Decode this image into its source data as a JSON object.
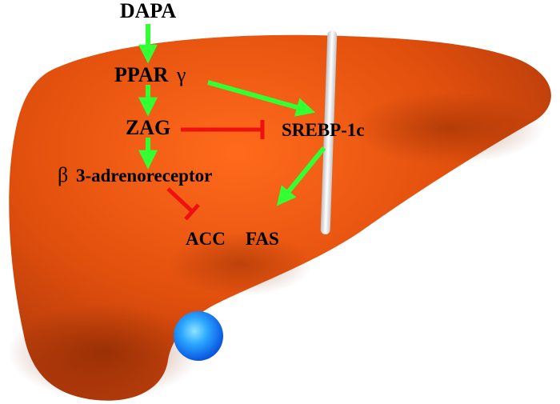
{
  "diagram": {
    "nodes": {
      "dapa": "DAPA",
      "ppar": "PPAR",
      "ppar_symbol": "γ",
      "zag": "ZAG",
      "beta_symbol": "β",
      "beta_label": "3-adrenoreceptor",
      "srebp": "SREBP-1c",
      "acc": "ACC",
      "fas": "FAS"
    },
    "edges": [
      {
        "from": "dapa",
        "to": "ppar",
        "type": "activation"
      },
      {
        "from": "ppar",
        "to": "zag",
        "type": "activation"
      },
      {
        "from": "ppar",
        "to": "srebp",
        "type": "activation"
      },
      {
        "from": "zag",
        "to": "beta3-adrenoreceptor",
        "type": "activation"
      },
      {
        "from": "zag",
        "to": "srebp",
        "type": "inhibition"
      },
      {
        "from": "beta3-adrenoreceptor",
        "to": "acc",
        "type": "inhibition"
      },
      {
        "from": "srebp",
        "to": "fas",
        "type": "activation"
      }
    ],
    "colors": {
      "liver": "#d84a0c",
      "liver_dark": "#8a2a04",
      "liver_light": "#ff7a30",
      "activation": "#33ff33",
      "inhibition": "#ee1111",
      "gallbladder": "#29a8ff",
      "ligament": "#f2f2f2"
    },
    "illustration": "liver-organ"
  }
}
